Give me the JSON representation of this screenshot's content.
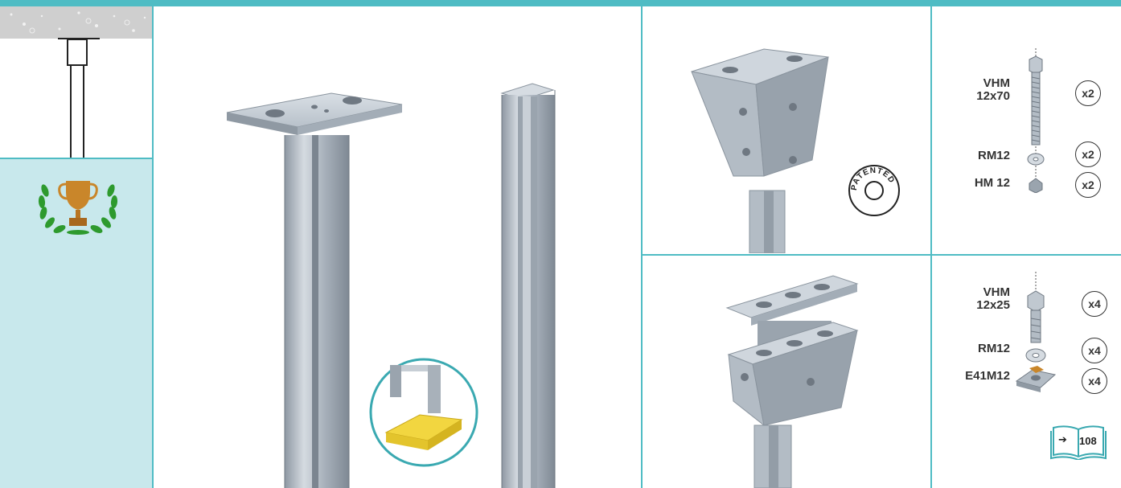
{
  "patent_badge": {
    "text": "PATENTED"
  },
  "top_hardware": [
    {
      "name": "VHM\n12x70",
      "qty": "x2"
    },
    {
      "name": "RM12",
      "qty": "x2"
    },
    {
      "name": "HM 12",
      "qty": "x2"
    }
  ],
  "bottom_hardware": [
    {
      "name": "VHM\n12x25",
      "qty": "x4"
    },
    {
      "name": "RM12",
      "qty": "x4"
    },
    {
      "name": "E41M12",
      "qty": "x4"
    }
  ],
  "page_ref": {
    "arrow": "➔",
    "page": "108"
  },
  "colors": {
    "accent": "#4fbcc4",
    "panel": "#c8e8ec",
    "steel": "#b9c2cb",
    "award_gold": "#c9862a",
    "laurel": "#2e9a2e"
  }
}
